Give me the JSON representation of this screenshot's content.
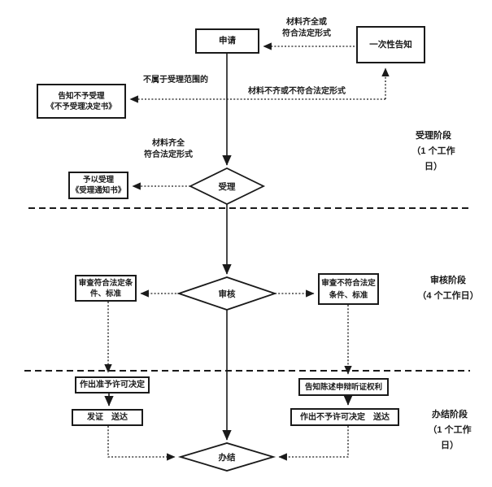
{
  "flowchart": {
    "nodes": {
      "apply": "申请",
      "one_time_notice": "一次性告知",
      "reject_notice": "告知不予受理\n《不予受理决定书》",
      "accept_notice": "予以受理\n《受理通知书》",
      "accept": "受理",
      "review": "审核",
      "review_pass": "审查符合法定条件、标准",
      "review_fail": "审查不符合法定条件、标准",
      "grant_decision": "作出准予许可决定",
      "issue_deliver": "发证　送达",
      "notify_rights": "告知陈述申辩听证权利",
      "deny_deliver": "作出不予许可决定　送达",
      "complete": "办结"
    },
    "edge_labels": {
      "materials_complete_or": "材料齐全或\n符合法定形式",
      "not_in_scope": "不属于受理范围的",
      "materials_incomplete": "材料不齐或不符合法定形式",
      "materials_complete": "材料齐全\n符合法定形式"
    },
    "stage_labels": {
      "accept_stage": "受理阶段\n（1 个工作\n日）",
      "review_stage": "审核阶段\n（4 个工作日）",
      "complete_stage": "办结阶段\n（1 个工作\n日）"
    },
    "colors": {
      "line": "#1a1a1a",
      "background": "#ffffff"
    }
  }
}
